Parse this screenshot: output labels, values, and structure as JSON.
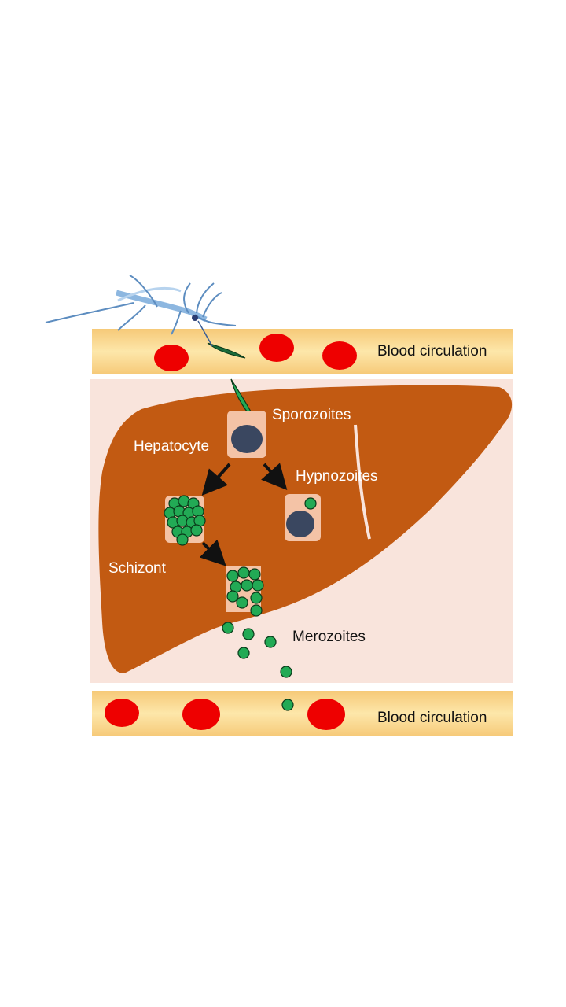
{
  "labels": {
    "blood_top": "Blood circulation",
    "blood_bottom": "Blood circulation",
    "sporozoites": "Sporozoites",
    "hepatocyte": "Hepatocyte",
    "hypnozoites": "Hypnozoites",
    "schizont": "Schizont",
    "merozoites": "Merozoites"
  },
  "colors": {
    "blood_vessel": "#fbd989",
    "blood_vessel_edge": "#f3c15a",
    "red_blood_cell": "#ee0000",
    "tissue_background": "#f9e4dc",
    "liver": "#c25a12",
    "cell_box": "#f4c3a6",
    "nucleus": "#3a4760",
    "parasite_green": "#22aa55",
    "mosquito": "#6f9fcf",
    "arrow": "#111111"
  },
  "icons": {
    "mosquito": "mosquito-icon",
    "arrow": "arrow-icon"
  }
}
